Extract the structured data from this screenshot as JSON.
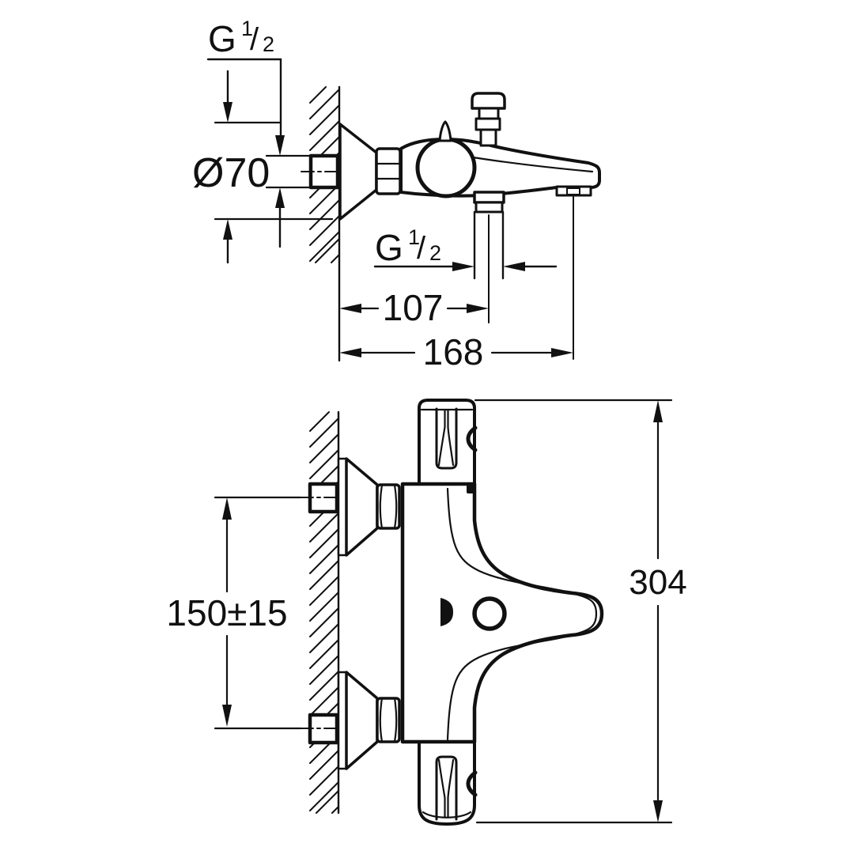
{
  "colors": {
    "ink": "#111111",
    "paper": "#ffffff"
  },
  "labels": {
    "g12": {
      "base": "G",
      "numerator": "1",
      "fraction_slash": "/",
      "denominator": "2"
    },
    "escutcheon_diameter": "Ø70",
    "wall_to_shower_outlet": "107",
    "wall_to_spout_tip": "168",
    "supply_centers_spacing": "150±15",
    "overall_height": "304"
  }
}
